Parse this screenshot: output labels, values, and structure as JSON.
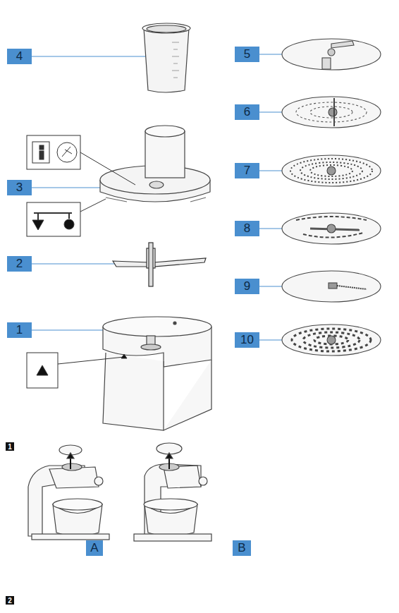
{
  "diagram": {
    "labels": [
      "4",
      "5",
      "3",
      "6",
      "7",
      "2",
      "8",
      "9",
      "1",
      "10",
      "1",
      "A",
      "B",
      "2"
    ]
  }
}
